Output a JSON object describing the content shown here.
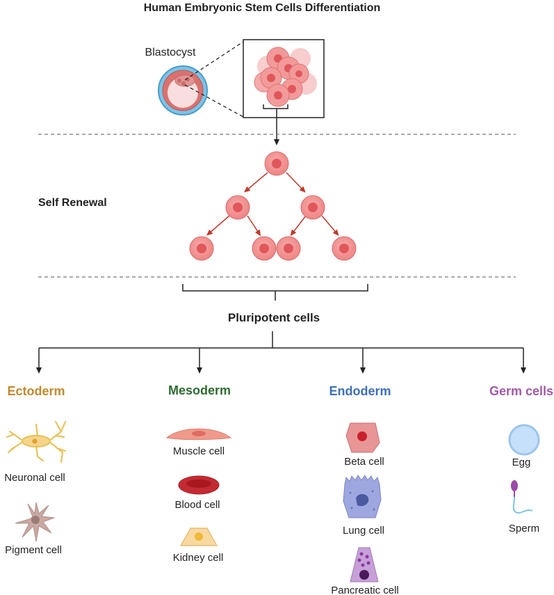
{
  "title": "Human Embryonic Stem Cells Differentiation",
  "blastocyst_label": "Blastocyst",
  "self_renewal_label": "Self Renewal",
  "pluripotent_label": "Pluripotent cells",
  "colors": {
    "ectoderm": "#c08a2d",
    "mesoderm": "#2e6b30",
    "endoderm": "#3d6fb5",
    "germ": "#a05aa8",
    "arrow_red": "#c0392b",
    "stem_cell": "#f08f8f",
    "stem_nucleus": "#e0575b"
  },
  "layers": {
    "ectoderm": {
      "name": "Ectoderm",
      "cells": [
        "Neuronal cell",
        "Pigment cell"
      ]
    },
    "mesoderm": {
      "name": "Mesoderm",
      "cells": [
        "Muscle cell",
        "Blood cell",
        "Kidney cell"
      ]
    },
    "endoderm": {
      "name": "Endoderm",
      "cells": [
        "Beta cell",
        "Lung cell",
        "Pancreatic cell"
      ]
    },
    "germ": {
      "name": "Germ cells",
      "cells": [
        "Egg",
        "Sperm"
      ]
    }
  }
}
